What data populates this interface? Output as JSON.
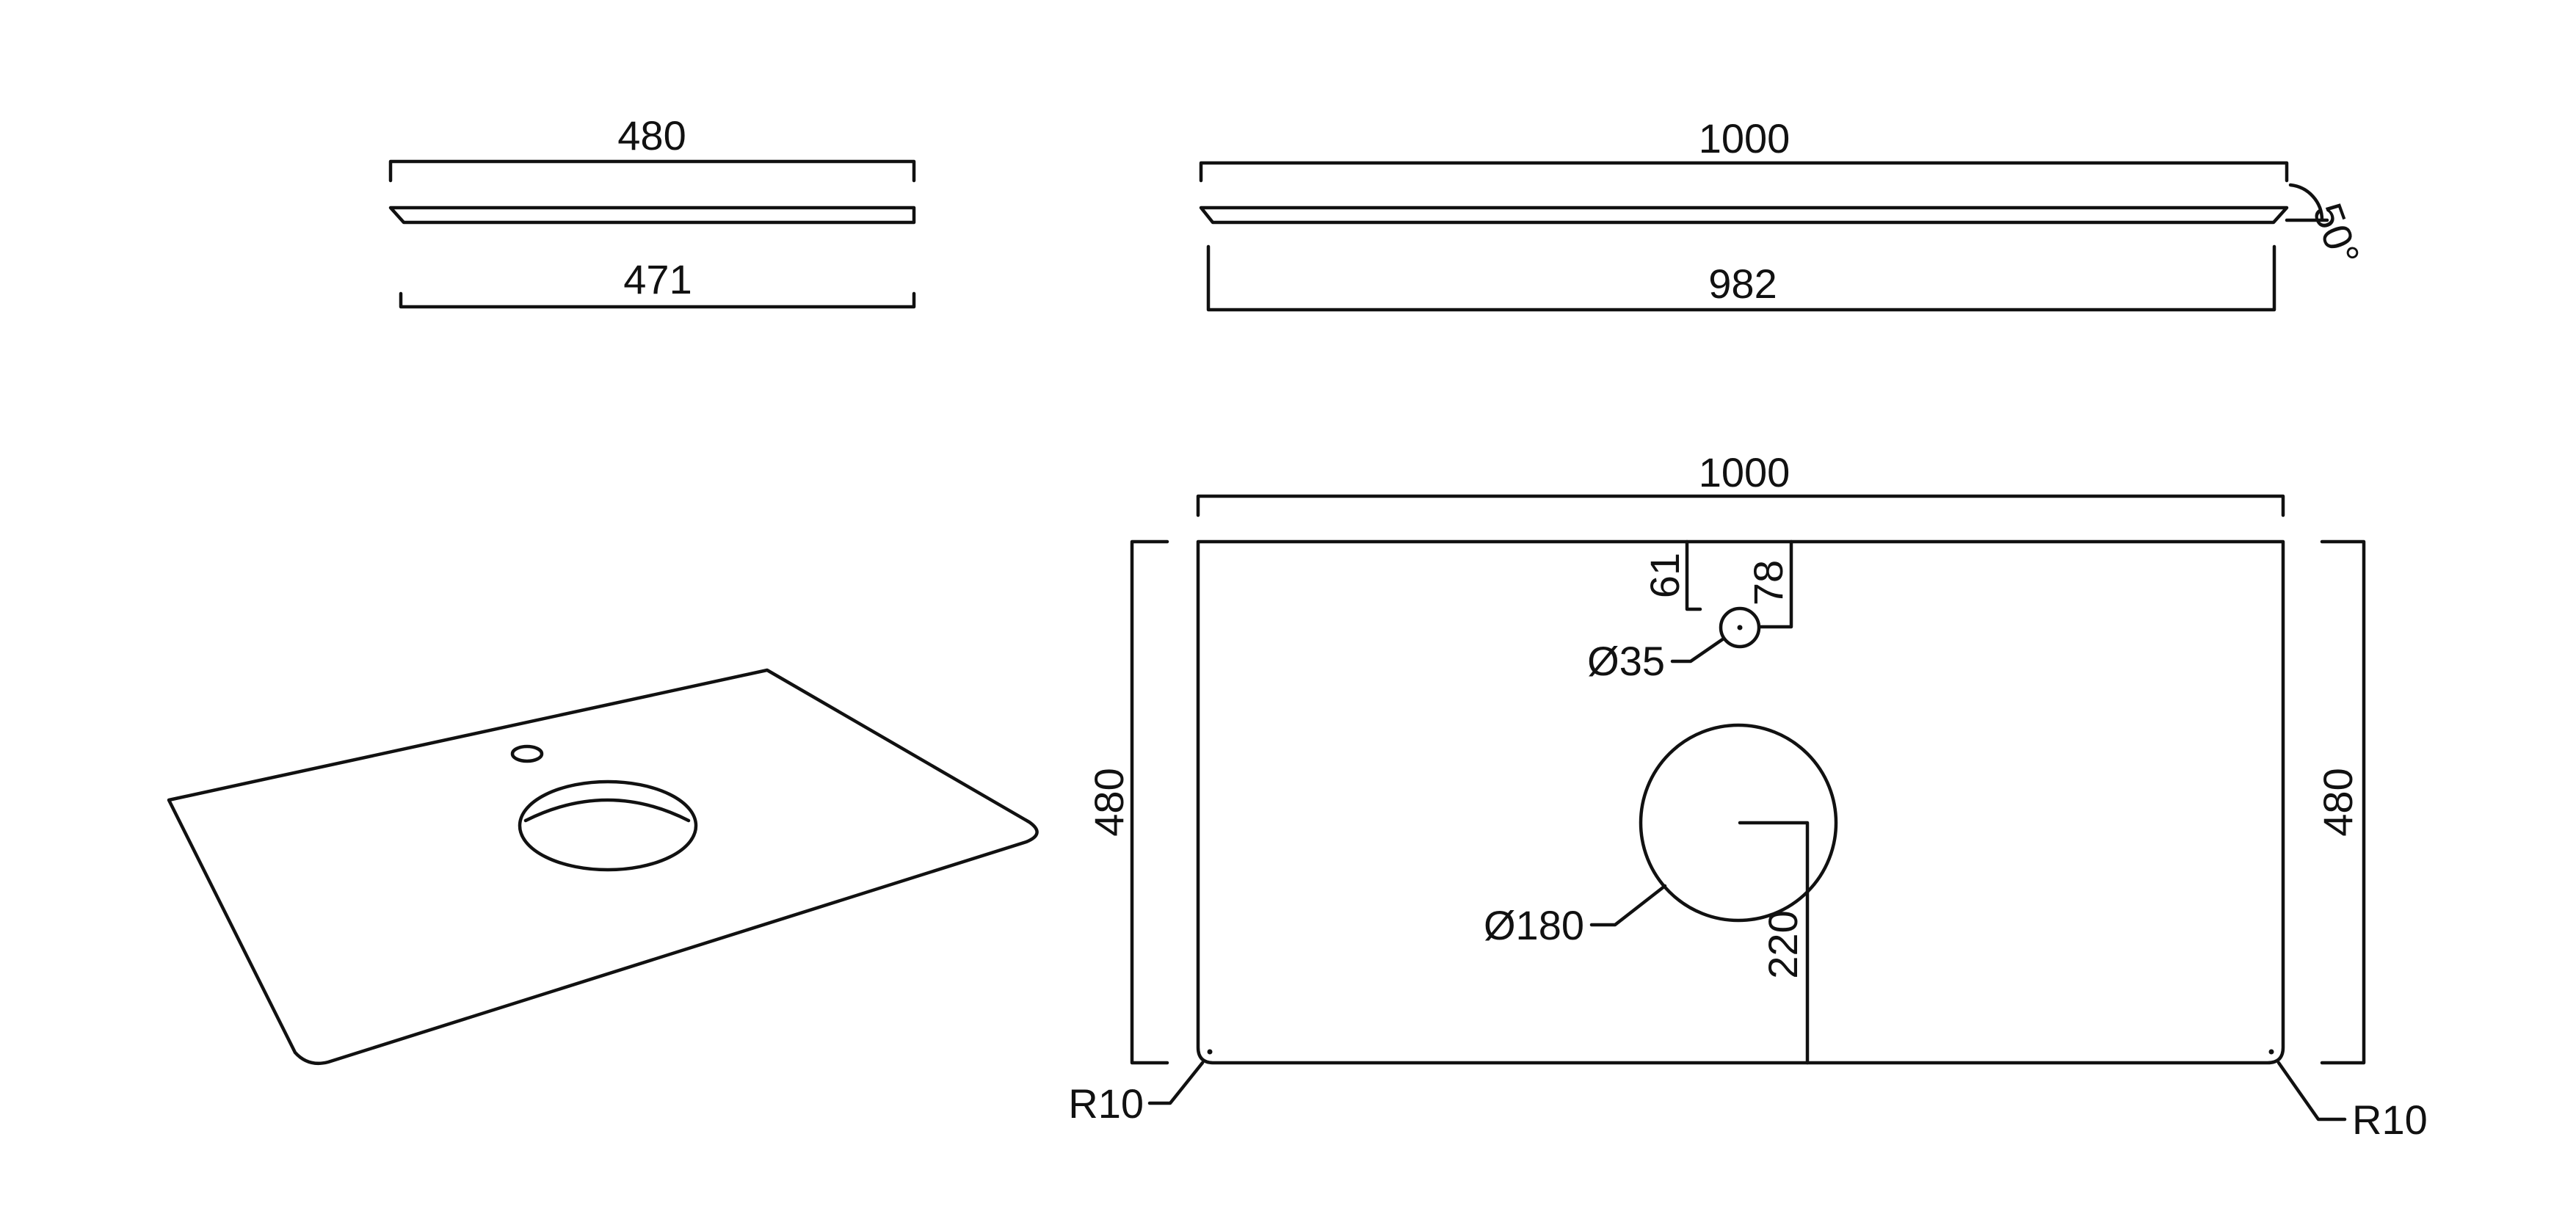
{
  "side_view_small": {
    "top_dim": "480",
    "bottom_dim": "471"
  },
  "side_view_large": {
    "top_dim": "1000",
    "bottom_dim": "982",
    "angle": "50°"
  },
  "top_view": {
    "width_dim": "1000",
    "height_left_dim": "480",
    "height_right_dim": "480",
    "tap_hole_offset": "61",
    "tap_hole_center": "78",
    "tap_hole_dia": "Ø35",
    "basin_dia": "Ø180",
    "basin_center": "220",
    "radius_left": "R10",
    "radius_right": "R10"
  }
}
